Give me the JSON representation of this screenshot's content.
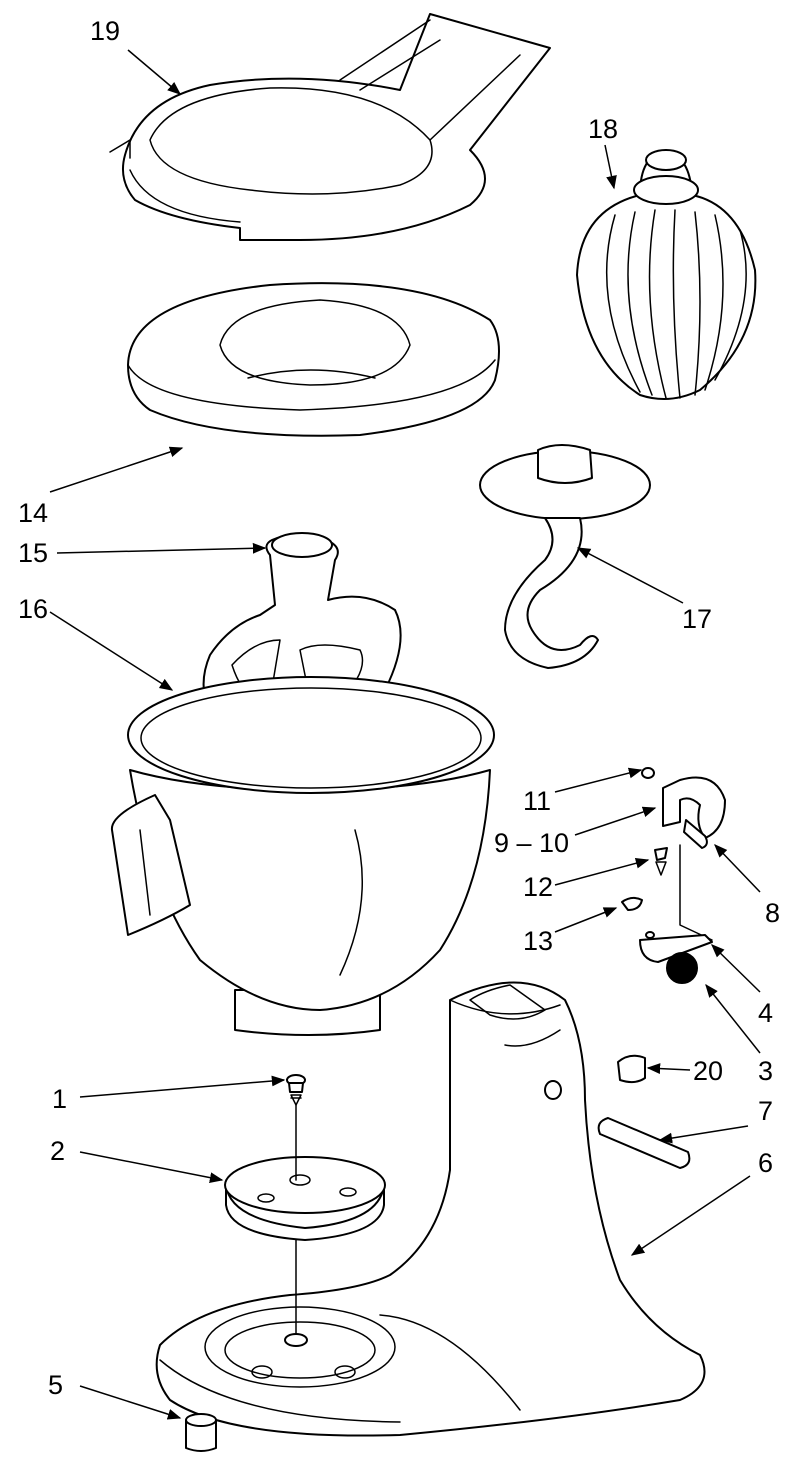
{
  "diagram": {
    "callouts": {
      "c1": "1",
      "c2": "2",
      "c3": "3",
      "c4": "4",
      "c5": "5",
      "c6": "6",
      "c7": "7",
      "c8": "8",
      "c9_10": "9 – 10",
      "c11": "11",
      "c12": "12",
      "c13": "13",
      "c14": "14",
      "c15": "15",
      "c16": "16",
      "c17": "17",
      "c18": "18",
      "c19": "19",
      "c20": "20"
    }
  }
}
